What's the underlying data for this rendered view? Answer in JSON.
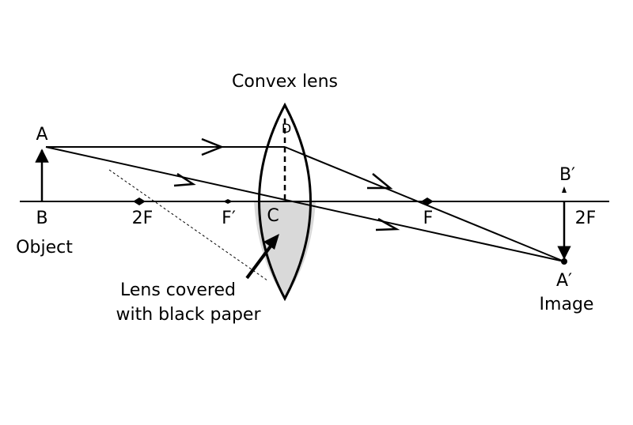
{
  "title": "Convex lens",
  "points": {
    "A": "A",
    "B": "B",
    "two_f_left": "2F",
    "f_prime": "F′",
    "c": "C",
    "d": "D",
    "f": "F",
    "b_prime": "B′",
    "two_f_right": "2F",
    "a_prime": "A′"
  },
  "labels": {
    "object": "Object",
    "image": "Image",
    "covered_line1": "Lens covered",
    "covered_line2": "with black paper"
  },
  "colors": {
    "ink": "#000000",
    "shade": "#d9d9d9"
  }
}
